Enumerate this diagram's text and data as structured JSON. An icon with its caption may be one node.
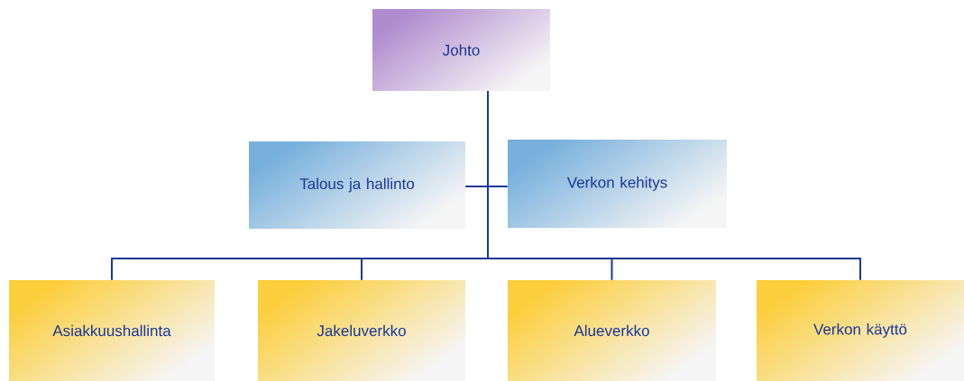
{
  "diagram": {
    "nodes": [
      {
        "text": [
          "Johto"
        ]
      },
      {
        "text": [
          "Talous ja hallinto"
        ]
      },
      {
        "text": [
          "Verkon kehitys"
        ]
      },
      {
        "text": [
          "Asiakkuushallinta"
        ]
      },
      {
        "text": [
          "Jakeluverkko"
        ]
      },
      {
        "text": [
          "Alueverkko"
        ]
      },
      {
        "text": [
          "Verkon käyttö"
        ]
      }
    ],
    "edges": [
      {
        "from": 0,
        "to": 1,
        "arrow": "none"
      },
      {
        "from": 0,
        "to": 2,
        "arrow": "none"
      },
      {
        "from": 0,
        "to": 3,
        "arrow": "none"
      },
      {
        "from": 0,
        "to": 4,
        "arrow": "none"
      },
      {
        "from": 0,
        "to": 5,
        "arrow": "none"
      },
      {
        "from": 0,
        "to": 6,
        "arrow": "none"
      }
    ]
  }
}
